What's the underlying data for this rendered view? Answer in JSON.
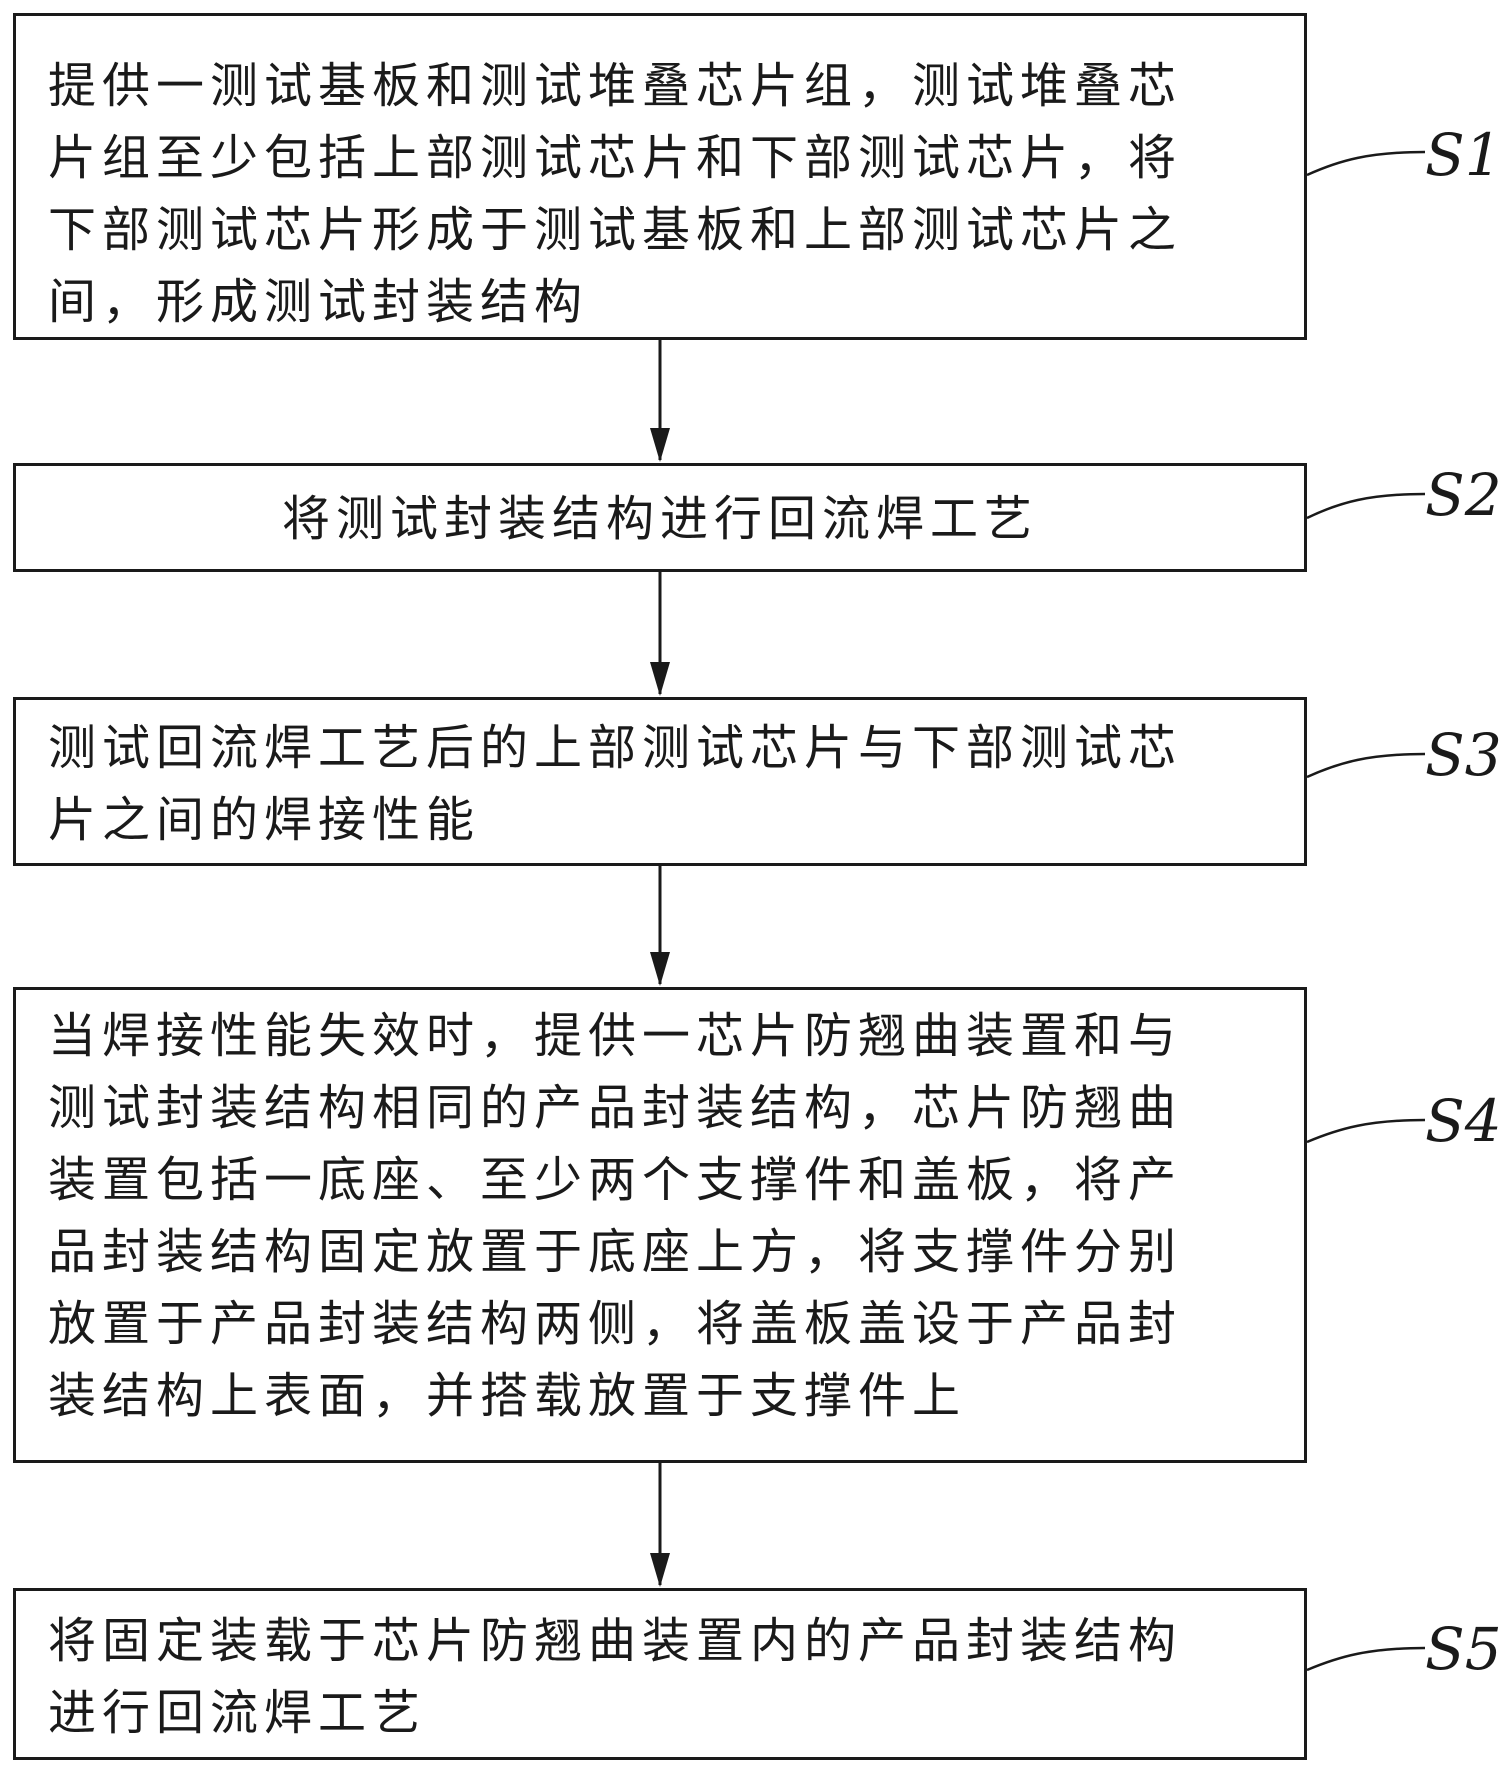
{
  "steps": [
    {
      "label": "S1",
      "text": "提供一测试基板和测试堆叠芯片组，测试堆叠芯\n片组至少包括上部测试芯片和下部测试芯片，将\n下部测试芯片形成于测试基板和上部测试芯片之\n间，形成测试封装结构"
    },
    {
      "label": "S2",
      "text": "将测试封装结构进行回流焊工艺"
    },
    {
      "label": "S3",
      "text": "测试回流焊工艺后的上部测试芯片与下部测试芯\n片之间的焊接性能"
    },
    {
      "label": "S4",
      "text": "当焊接性能失效时，提供一芯片防翘曲装置和与\n测试封装结构相同的产品封装结构，芯片防翘曲\n装置包括一底座、至少两个支撑件和盖板，将产\n品封装结构固定放置于底座上方，将支撑件分别\n放置于产品封装结构两侧，将盖板盖设于产品封\n装结构上表面，并搭载放置于支撑件上"
    },
    {
      "label": "S5",
      "text": "将固定装载于芯片防翘曲装置内的产品封装结构\n进行回流焊工艺"
    }
  ]
}
